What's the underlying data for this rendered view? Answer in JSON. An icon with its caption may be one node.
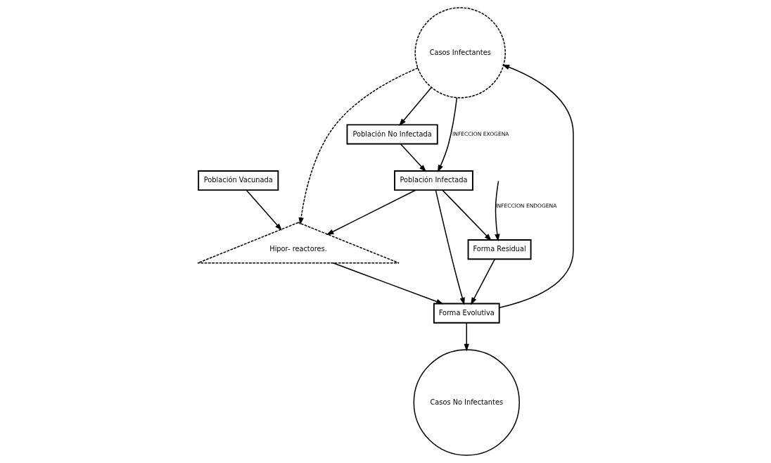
{
  "diagram": {
    "nodes": [
      {
        "text": [
          "Casos Infectantes"
        ]
      },
      {
        "text": [
          "Población No Infectada"
        ]
      },
      {
        "text": [
          "Forma Residual"
        ]
      },
      {
        "text": [
          "Población Infectada"
        ]
      },
      {
        "text": [
          "Forma Evolutiva"
        ]
      },
      {
        "text": [
          "Hipor- reactores."
        ]
      },
      {
        "text": [
          "Población Vacunada"
        ]
      },
      {
        "text": [
          "Casos No Infectantes"
        ]
      }
    ],
    "edges": [
      {
        "from": 0,
        "to": 1,
        "arrow": "to"
      },
      {
        "from": 0,
        "to": 3,
        "arrow": "to",
        "label": "INFECCION EXOGENA"
      },
      {
        "from": 0,
        "to": 5,
        "arrow": "to",
        "style": "dashed"
      },
      {
        "from": 1,
        "to": 3,
        "arrow": "to"
      },
      {
        "from": 3,
        "to": 2,
        "arrow": "to"
      },
      {
        "from": 3,
        "to": 4,
        "arrow": "to"
      },
      {
        "from": 3,
        "to": 5,
        "arrow": "to"
      },
      {
        "from": 5,
        "to": 4,
        "arrow": "to"
      },
      {
        "from": 6,
        "to": 5,
        "arrow": "to"
      },
      {
        "from": 2,
        "to": 4,
        "arrow": "to"
      },
      {
        "from": null,
        "to": 2,
        "arrow": "to",
        "label": "INFECCION ENDOGENA"
      },
      {
        "from": 4,
        "to": 0,
        "arrow": "to"
      },
      {
        "from": 4,
        "to": 7,
        "arrow": "to"
      }
    ]
  }
}
